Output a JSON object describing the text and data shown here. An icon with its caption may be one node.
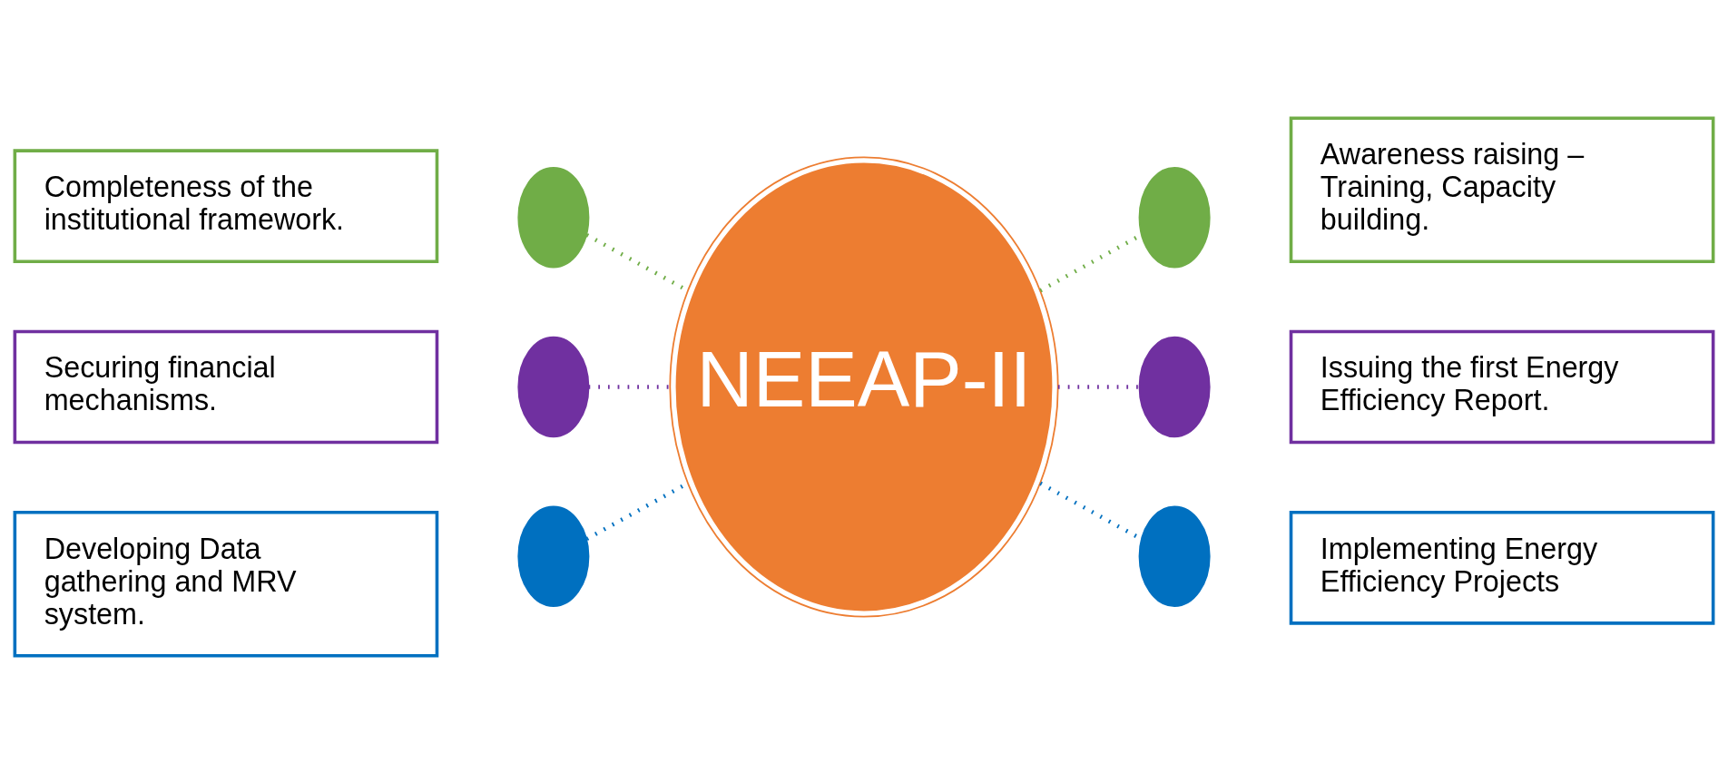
{
  "diagram": {
    "nodes": [
      {
        "text": [
          "Completeness of the institutional framework."
        ]
      },
      {
        "text": [],
        "shape": "circle"
      },
      {
        "text": [],
        "shape": "circle"
      },
      {
        "text": [
          "Awareness raising – Training, Capacity building."
        ]
      },
      {
        "text": [
          "Securing financial mechanisms."
        ]
      },
      {
        "text": [],
        "shape": "circle"
      },
      {
        "text": [
          "NEEAP-II"
        ]
      },
      {
        "text": [],
        "shape": "circle"
      },
      {
        "text": [
          "Issuing the first Energy Efficiency Report."
        ]
      },
      {
        "text": [
          "Developing Data gathering and MRV system."
        ]
      },
      {
        "text": [],
        "shape": "circle"
      },
      {
        "text": [],
        "shape": "circle"
      },
      {
        "text": [
          "Implementing Energy Efficiency Projects"
        ]
      }
    ],
    "edges": [
      {
        "from": 1,
        "to": 6,
        "arrow": "none",
        "style": "dashed",
        "color": "#70ad47"
      },
      {
        "from": 6,
        "to": 2,
        "arrow": "none",
        "style": "dashed",
        "color": "#70ad47"
      },
      {
        "from": 5,
        "to": 6,
        "arrow": "none",
        "style": "dashed",
        "color": "#7030a0"
      },
      {
        "from": 6,
        "to": 7,
        "arrow": "none",
        "style": "dashed",
        "color": "#7030a0"
      },
      {
        "from": 10,
        "to": 6,
        "arrow": "none",
        "style": "dashed",
        "color": "#0070c0"
      },
      {
        "from": 6,
        "to": 11,
        "arrow": "none",
        "style": "dashed",
        "color": "#0070c0"
      }
    ]
  }
}
